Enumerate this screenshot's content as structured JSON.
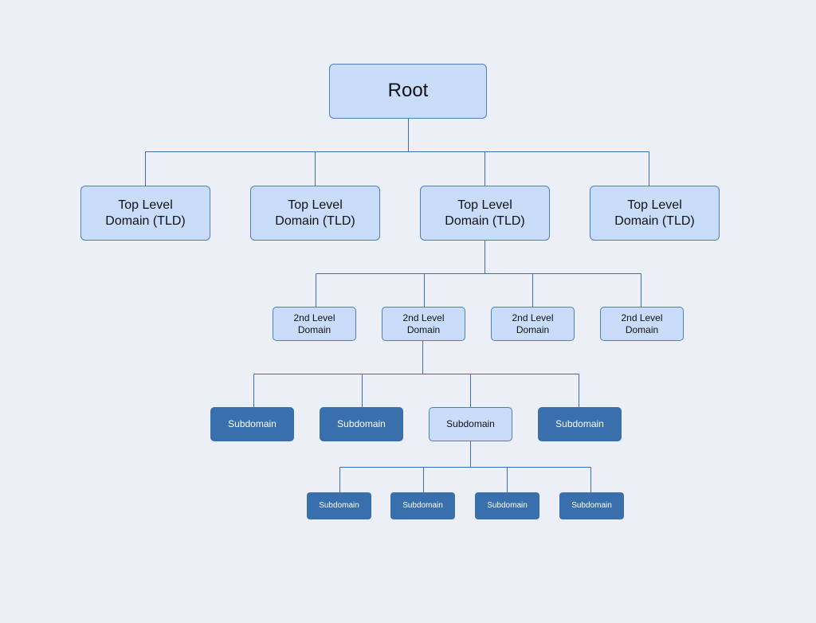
{
  "diagram": {
    "root": {
      "label": "Root"
    },
    "tlds": [
      {
        "label": "Top Level\nDomain (TLD)"
      },
      {
        "label": "Top Level\nDomain (TLD)"
      },
      {
        "label": "Top Level\nDomain (TLD)"
      },
      {
        "label": "Top Level\nDomain (TLD)"
      }
    ],
    "second_level": [
      {
        "label": "2nd Level\nDomain"
      },
      {
        "label": "2nd Level\nDomain"
      },
      {
        "label": "2nd Level\nDomain"
      },
      {
        "label": "2nd Level\nDomain"
      }
    ],
    "subdomains": [
      {
        "label": "Subdomain",
        "style": "dark"
      },
      {
        "label": "Subdomain",
        "style": "dark"
      },
      {
        "label": "Subdomain",
        "style": "light"
      },
      {
        "label": "Subdomain",
        "style": "dark"
      }
    ],
    "sub_subdomains": [
      {
        "label": "Subdomain",
        "style": "dark"
      },
      {
        "label": "Subdomain",
        "style": "dark"
      },
      {
        "label": "Subdomain",
        "style": "dark"
      },
      {
        "label": "Subdomain",
        "style": "dark"
      }
    ],
    "colors": {
      "background": "#eceff5",
      "light_fill": "#c9dcfa",
      "dark_fill": "#386fac",
      "connector": "#3d6fa8"
    }
  }
}
